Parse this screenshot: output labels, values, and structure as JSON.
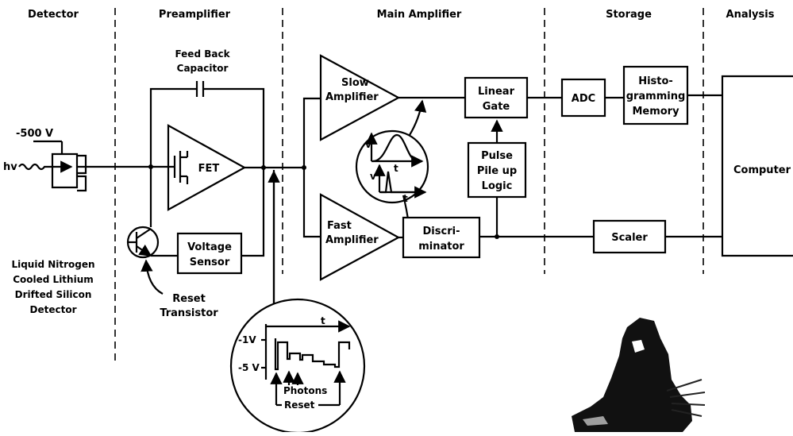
{
  "sections": [
    {
      "key": "detector",
      "label": "Detector"
    },
    {
      "key": "preamplifier",
      "label": "Preamplifier"
    },
    {
      "key": "main_amplifier",
      "label": "Main Amplifier"
    },
    {
      "key": "storage",
      "label": "Storage"
    },
    {
      "key": "analysis",
      "label": "Analysis"
    }
  ],
  "detector": {
    "bias": "-500 V",
    "input": "hv",
    "caption": [
      "Liquid Nitrogen",
      "Cooled Lithium",
      "Drifted Silicon",
      "Detector"
    ]
  },
  "preamplifier": {
    "capacitor": [
      "Feed Back",
      "Capacitor"
    ],
    "fet": "FET",
    "voltage_sensor": [
      "Voltage",
      "Sensor"
    ],
    "reset_transistor": [
      "Reset",
      "Transistor"
    ]
  },
  "main_amplifier": {
    "slow": [
      "Slow",
      "Amplifier"
    ],
    "fast": [
      "Fast",
      "Amplifier"
    ],
    "linear_gate": [
      "Linear",
      "Gate"
    ],
    "pileup": [
      "Pulse",
      "Pile up",
      "Logic"
    ],
    "discriminator": [
      "Discri-",
      "minator"
    ],
    "inset_v": "v",
    "inset_t": "t"
  },
  "storage": {
    "adc": "ADC",
    "memory": [
      "Histo-",
      "gramming",
      "Memory"
    ],
    "scaler": "Scaler"
  },
  "analysis": {
    "computer": "Computer"
  },
  "waveform": {
    "t": "t",
    "v_high": "-1V",
    "v_low": "-5 V",
    "photons": "Photons",
    "reset": "Reset"
  }
}
